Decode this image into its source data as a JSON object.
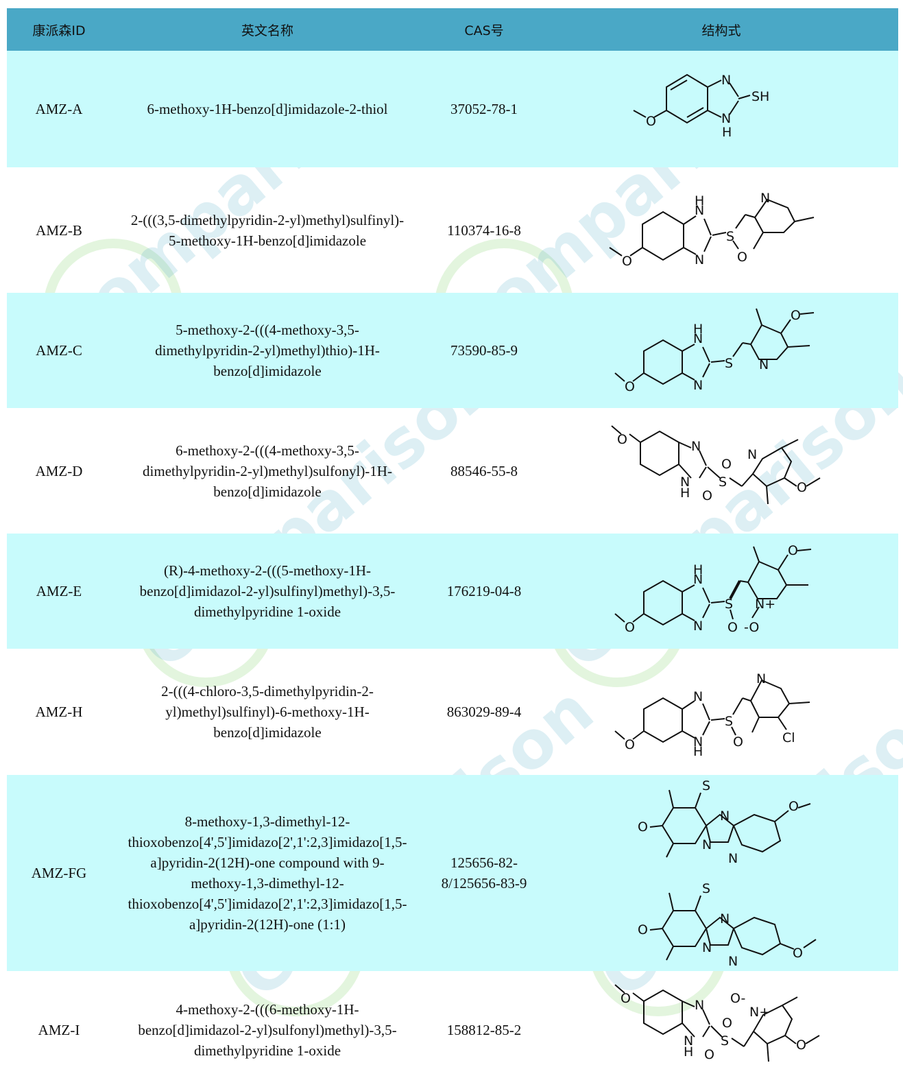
{
  "header": {
    "col_id": "康派森ID",
    "col_name": "英文名称",
    "col_cas": "CAS号",
    "col_structure": "结构式"
  },
  "watermark": {
    "text": "Comparison"
  },
  "rows": [
    {
      "id": "AMZ-A",
      "name_lines": [
        "6-methoxy-1H-benzo[d]imidazole-2-thiol"
      ],
      "cas_lines": [
        "37052-78-1"
      ]
    },
    {
      "id": "AMZ-B",
      "name_lines": [
        "2-(((3,5-dimethylpyridin-2-yl)methyl)sulfinyl)-",
        "5-methoxy-1H-benzo[d]imidazole"
      ],
      "cas_lines": [
        "110374-16-8"
      ]
    },
    {
      "id": "AMZ-C",
      "name_lines": [
        "5-methoxy-2-(((4-methoxy-3,5-",
        "dimethylpyridin-2-yl)methyl)thio)-1H-",
        "benzo[d]imidazole"
      ],
      "cas_lines": [
        "73590-85-9"
      ]
    },
    {
      "id": "AMZ-D",
      "name_lines": [
        "6-methoxy-2-(((4-methoxy-3,5-",
        "dimethylpyridin-2-yl)methyl)sulfonyl)-1H-",
        "benzo[d]imidazole"
      ],
      "cas_lines": [
        "88546-55-8"
      ]
    },
    {
      "id": "AMZ-E",
      "name_lines": [
        "(R)-4-methoxy-2-(((5-methoxy-1H-",
        "benzo[d]imidazol-2-yl)sulfinyl)methyl)-3,5-",
        "dimethylpyridine 1-oxide"
      ],
      "cas_lines": [
        "176219-04-8"
      ]
    },
    {
      "id": "AMZ-H",
      "name_lines": [
        "2-(((4-chloro-3,5-dimethylpyridin-2-",
        "yl)methyl)sulfinyl)-6-methoxy-1H-",
        "benzo[d]imidazole"
      ],
      "cas_lines": [
        "863029-89-4"
      ]
    },
    {
      "id": "AMZ-FG",
      "name_lines": [
        "8-methoxy-1,3-dimethyl-12-",
        "thioxobenzo[4',5']imidazo[2',1':2,3]imidazo[1,5-",
        "a]pyridin-2(12H)-one compound with 9-",
        "methoxy-1,3-dimethyl-12-",
        "thioxobenzo[4',5']imidazo[2',1':2,3]imidazo[1,5-",
        "a]pyridin-2(12H)-one (1:1)"
      ],
      "cas_lines": [
        "125656-82-8",
        "/125656-83-9"
      ]
    },
    {
      "id": "AMZ-I",
      "name_lines": [
        "4-methoxy-2-(((6-methoxy-1H-",
        "benzo[d]imidazol-2-yl)sulfonyl)methyl)-3,5-",
        "dimethylpyridine 1-oxide"
      ],
      "cas_lines": [
        "158812-85-2"
      ]
    }
  ],
  "atom_labels": {
    "N": "N",
    "H": "H",
    "NH": "NH",
    "O": "O",
    "S": "S",
    "SH": "SH",
    "Cl": "Cl",
    "N_plus": "N+",
    "O_minus": "-O",
    "O_minus_lead": "O-"
  }
}
